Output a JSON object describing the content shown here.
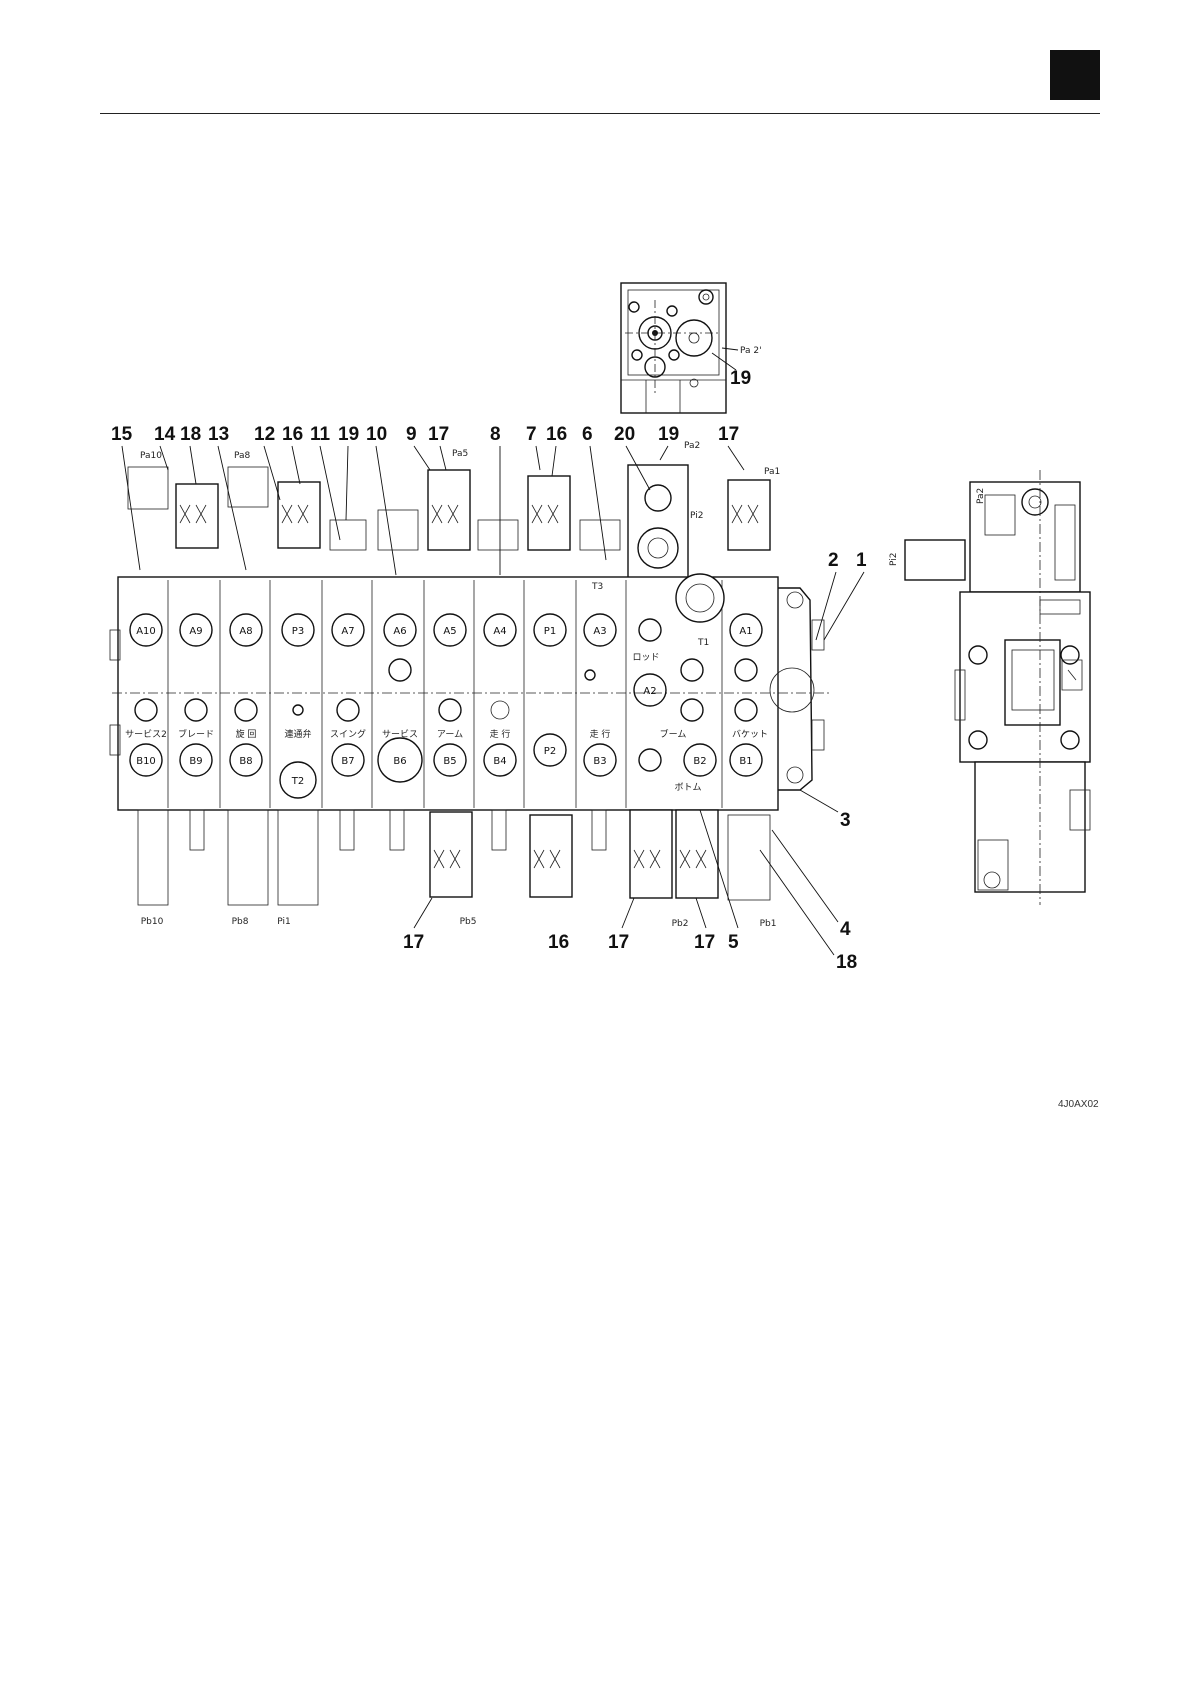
{
  "figure_ref": "4J0AX02",
  "top_labels": [
    "15",
    "14",
    "18",
    "13",
    "12",
    "16",
    "11",
    "19",
    "10",
    "9",
    "17",
    "8",
    "7",
    "16",
    "6",
    "20",
    "19",
    "17"
  ],
  "bottom_labels": [
    "17",
    "16",
    "17",
    "17",
    "5"
  ],
  "right_labels": [
    "2",
    "1",
    "3",
    "4",
    "18"
  ],
  "detail_label": "19",
  "ports_top": [
    "A10",
    "A9",
    "A8",
    "P3",
    "A7",
    "A6",
    "A5",
    "A4",
    "P1",
    "A3",
    "A2",
    "A1"
  ],
  "ports_bottom": [
    "B10",
    "B9",
    "B8",
    "T2",
    "B7",
    "B6",
    "B5",
    "B4",
    "P2",
    "B3",
    "B2",
    "B1"
  ],
  "pilot_labels_top": [
    "Pa10",
    "Pa8",
    "Pa5",
    "Pa2",
    "Pa1",
    "Pi2",
    "Pa2'",
    "T1",
    "T3"
  ],
  "pilot_labels_bottom": [
    "Pb10",
    "Pb8",
    "Pi1",
    "Pb5",
    "Pb2",
    "Pb1"
  ],
  "side_labels": [
    "Pa2",
    "Pi2"
  ],
  "section_names": [
    "サービス2",
    "ブレード",
    "旋 回",
    "連通弁",
    "スイング",
    "サービス",
    "アーム",
    "走 行",
    "走 行",
    "ブーム",
    "バケット"
  ],
  "boom_labels": [
    "ロッド",
    "ボトム"
  ]
}
